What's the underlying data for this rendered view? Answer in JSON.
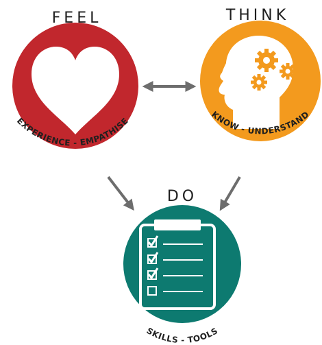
{
  "nodes": {
    "feel": {
      "title": "FEEL",
      "caption": "EXPERIENCE - EMPATHISE",
      "color": "#c1272d",
      "icon": "heart-icon"
    },
    "think": {
      "title": "THINK",
      "caption": "KNOW - UNDERSTAND",
      "color": "#f39a1e",
      "icon": "head-with-gears-icon"
    },
    "do": {
      "title": "DO",
      "caption": "SKILLS - TOOLS",
      "color": "#0d7a70",
      "icon": "clipboard-checklist-icon"
    }
  },
  "arrow_color": "#6d6d6d"
}
